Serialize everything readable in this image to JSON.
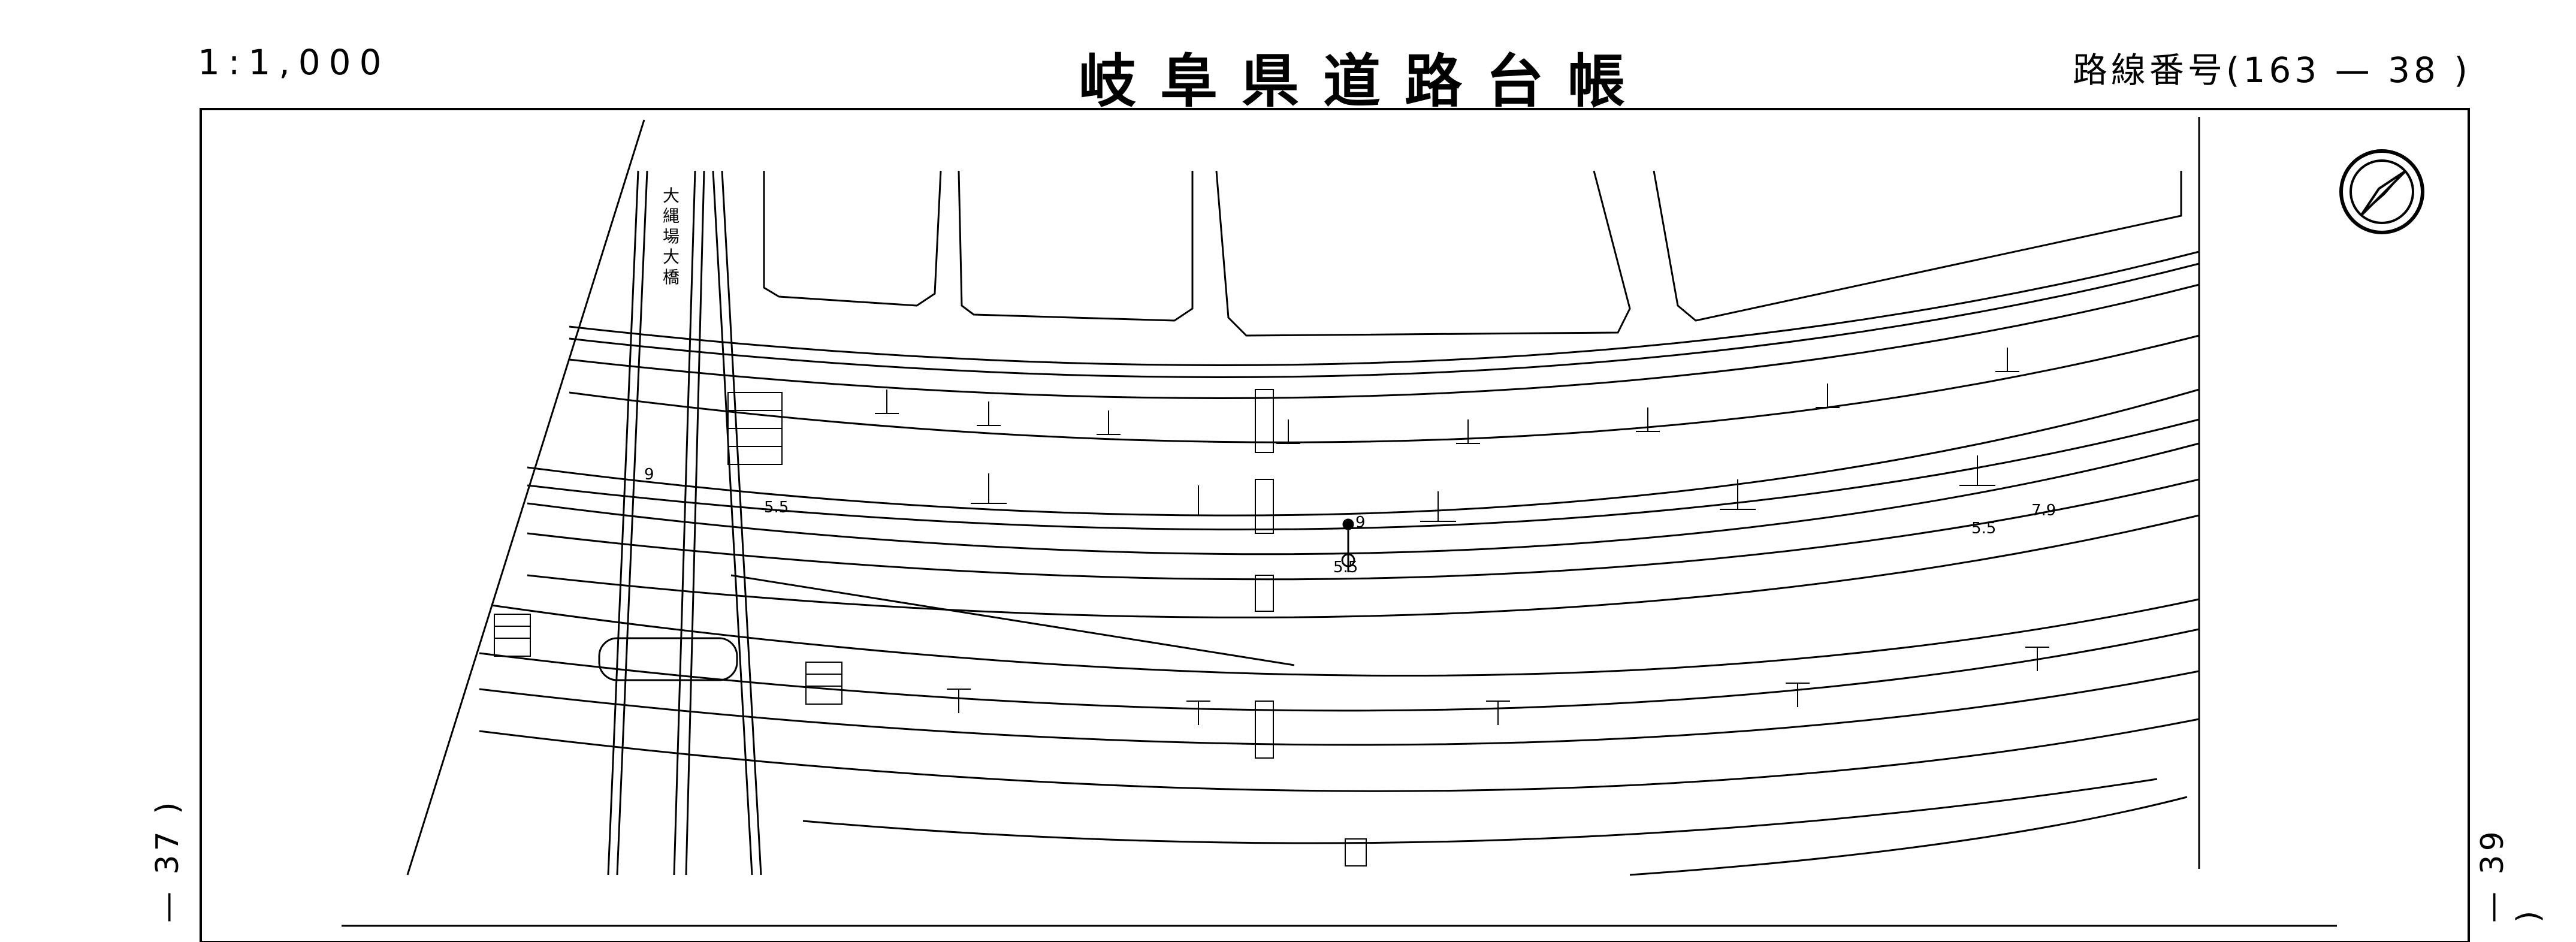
{
  "header": {
    "scale": "1:1,000",
    "title": "岐阜県道路台帳",
    "route_number": "路線番号(163 — 38 )"
  },
  "margins": {
    "previous_sheet": "— 37 )",
    "next_sheet": "— 39 )"
  },
  "map": {
    "bridge_label": "大縄場大橋",
    "annotations": [
      "9",
      "5.5",
      "5.5",
      "9",
      "5.5",
      "7.9"
    ],
    "north_arrow": "north-arrow-icon",
    "line_color": "#000000"
  }
}
